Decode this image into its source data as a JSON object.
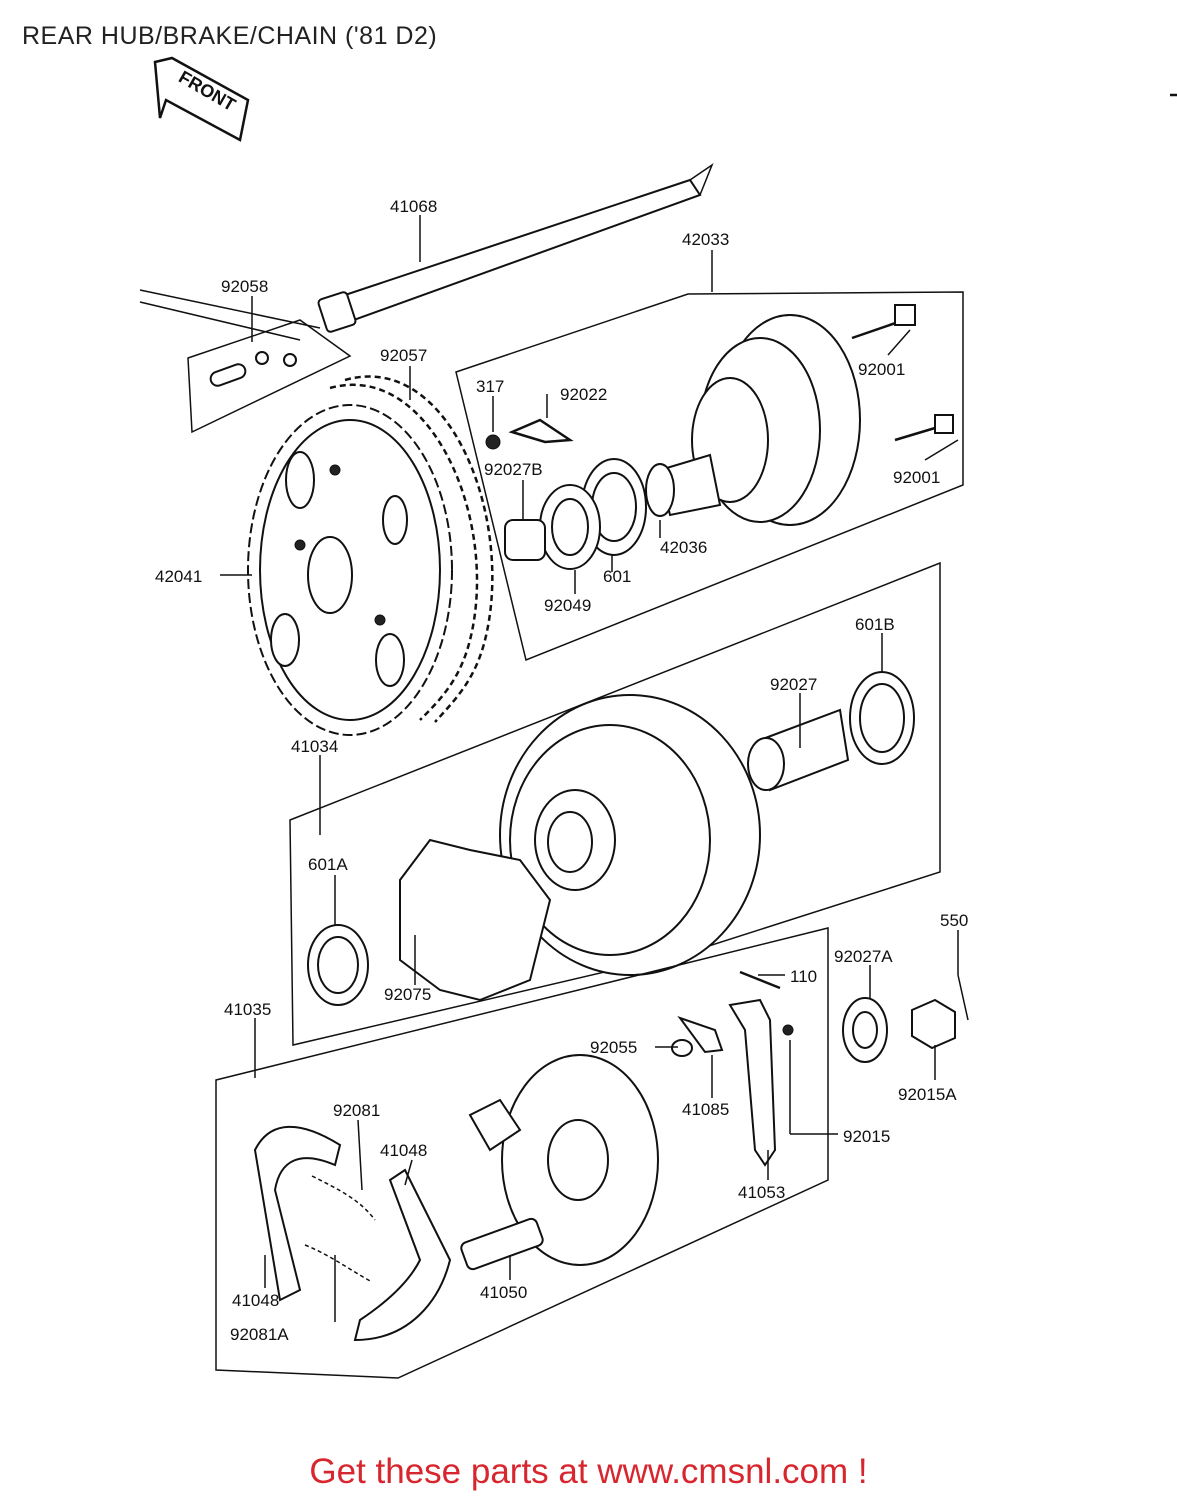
{
  "title": "REAR HUB/BRAKE/CHAIN ('81 D2)",
  "front_arrow_text": "FRONT",
  "footer": "Get these parts at www.cmsnl.com !",
  "parts": {
    "p41068": "41068",
    "p42033": "42033",
    "p92058": "92058",
    "p92057": "92057",
    "p317": "317",
    "p92022": "92022",
    "p92001a": "92001",
    "p92001b": "92001",
    "p92027B": "92027B",
    "p42036": "42036",
    "p601": "601",
    "p92049": "92049",
    "p42041": "42041",
    "p601B": "601B",
    "p92027": "92027",
    "p41034": "41034",
    "p601A": "601A",
    "p92075": "92075",
    "p550": "550",
    "p92027A": "92027A",
    "p110": "110",
    "p41035": "41035",
    "p92055": "92055",
    "p41085": "41085",
    "p92015A": "92015A",
    "p92015": "92015",
    "p92081": "92081",
    "p41048a": "41048",
    "p41053": "41053",
    "p41048b": "41048",
    "p41050": "41050",
    "p92081A": "92081A"
  }
}
